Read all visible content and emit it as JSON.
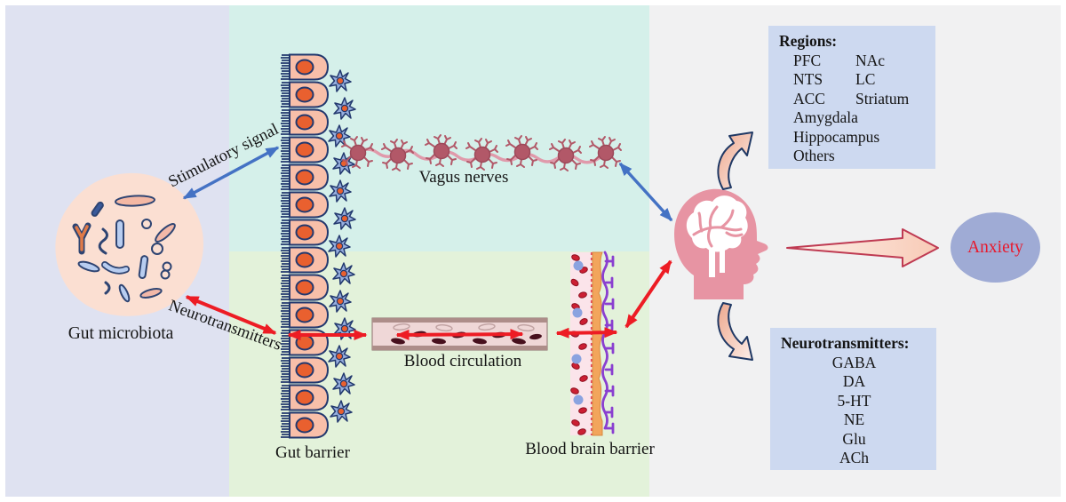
{
  "labels": {
    "gut_microbiota": "Gut microbiota",
    "stimulatory_signal": "Stimulatory signal",
    "neurotransmitters_arrow": "Neurotransmitters",
    "vagus_nerves": "Vagus nerves",
    "gut_barrier": "Gut barrier",
    "blood_circulation": "Blood circulation",
    "blood_brain_barrier": "Blood brain barrier"
  },
  "regions_box": {
    "title": "Regions:",
    "rows": [
      {
        "col1": "PFC",
        "col2": "NAc"
      },
      {
        "col1": "NTS",
        "col2": "LC"
      },
      {
        "col1": "ACC",
        "col2": "Striatum"
      },
      {
        "col1": "Amygdala",
        "col2": ""
      },
      {
        "col1": "Hippocampus",
        "col2": ""
      },
      {
        "col1": "Others",
        "col2": ""
      }
    ]
  },
  "neurotransmitters_box": {
    "title": "Neurotransmitters:",
    "items": [
      "GABA",
      "DA",
      "5-HT",
      "NE",
      "Glu",
      "ACh"
    ]
  },
  "outcome": {
    "label": "Anxiety"
  },
  "icons": {
    "gut_microbiota": "bacteria-blob-illustration",
    "gut_barrier": "epithelial-cell-column-illustration",
    "enteric_glia": "star-glial-cell-icon",
    "vagus_nerves": "neuron-chain-illustration",
    "blood_vessel": "blood-vessel-illustration",
    "blood_brain_barrier": "bbb-layers-illustration",
    "brain_head": "head-with-brain-icon",
    "curved_arrows": "curved-block-arrow-icon",
    "anxiety_arrow": "tapered-block-arrow-icon"
  },
  "colors": {
    "panel_left": "#dfe2f1",
    "panel_top": "#d5f0ea",
    "panel_bottom": "#e3f2da",
    "panel_right": "#f1f1f2",
    "info_box": "#cdd9f0",
    "anxiety_ellipse": "#9fabd5",
    "anxiety_text": "#e8192c",
    "red_arrow": "#ed1c24",
    "blue_arrow": "#4472c4",
    "head_pink": "#e794a3",
    "cell_peach": "#f8bfa9",
    "nucleus_orange": "#e9602f",
    "glia_blue": "#96aede",
    "outline_navy": "#22386e"
  }
}
